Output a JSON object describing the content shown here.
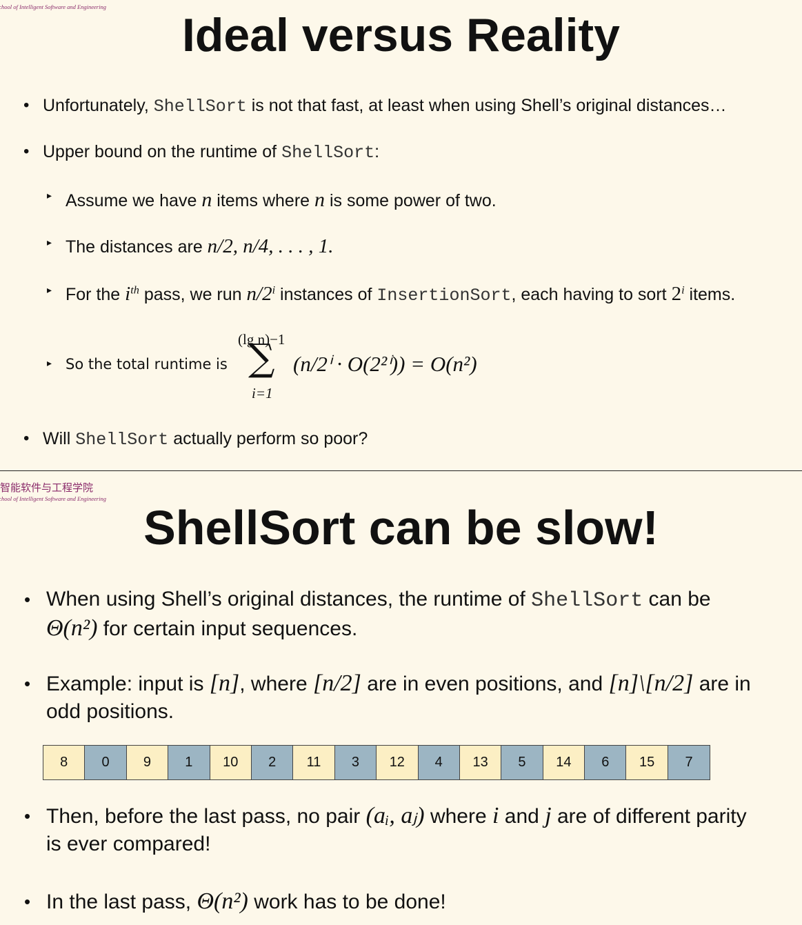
{
  "slide1": {
    "school_en": "School of Intelligent Software and Engineering",
    "title": "Ideal versus Reality",
    "b1_pre": "Unfortunately,",
    "b1_code": "ShellSort",
    "b1_post": "is not that fast, at least when using Shell’s original distances…",
    "b2_pre": "Upper bound on the runtime of",
    "b2_code": "ShellSort",
    "b2_post": ":",
    "s1_a": "Assume we have",
    "s1_n1": "n",
    "s1_b": "items where",
    "s1_n2": "n",
    "s1_c": "is some power of two.",
    "s2_a": "The distances are",
    "s2_math": "n/2, n/4, . . . , 1.",
    "s3_a": "For the",
    "s3_i": "i",
    "s3_th": "th",
    "s3_b": "pass, we run",
    "s3_math1": "n/2",
    "s3_sup1": "i",
    "s3_c": "instances of",
    "s3_code": "InsertionSort",
    "s3_d": ", each having to sort",
    "s3_two": "2",
    "s3_sup2": "i",
    "s3_e": "items.",
    "s4_label": "So the total runtime is",
    "s4_top": "(lg n)−1",
    "s4_bottom": "i=1",
    "s4_expr": "(n/2ⁱ · O(2²ⁱ)) = O(n²)",
    "b3_pre": "Will",
    "b3_code": "ShellSort",
    "b3_post": "actually perform so poor?"
  },
  "slide2": {
    "school_cn": "智能软件与工程学院",
    "school_en": "School of Intelligent Software and Engineering",
    "title": "ShellSort can be slow!",
    "p1_a": "When using Shell’s original distances, the runtime of",
    "p1_code": "ShellSort",
    "p1_b": "can be",
    "p1_math": "Θ(n²)",
    "p1_c": "for certain input sequences.",
    "p2_a": "Example: input is",
    "p2_m1": "[n]",
    "p2_b": ", where",
    "p2_m2": "[n/2]",
    "p2_c": "are in even positions, and",
    "p2_m3": "[n]\\[n/2]",
    "p2_d": "are in odd positions.",
    "array": [
      "8",
      "0",
      "9",
      "1",
      "10",
      "2",
      "11",
      "3",
      "12",
      "4",
      "13",
      "5",
      "14",
      "6",
      "15",
      "7"
    ],
    "p3_a": "Then, before the last pass, no pair",
    "p3_math": "(aᵢ, aⱼ)",
    "p3_b": "where",
    "p3_i": "i",
    "p3_c": "and",
    "p3_j": "j",
    "p3_d": "are of different parity is ever compared!",
    "p4_a": "In the last pass,",
    "p4_math": "Θ(n²)",
    "p4_b": "work has to be done!"
  },
  "colors": {
    "background": "#fdf8ea",
    "accent": "#8a2a6a",
    "even_cell": "#fcefc4",
    "odd_cell": "#9cb5c3"
  }
}
